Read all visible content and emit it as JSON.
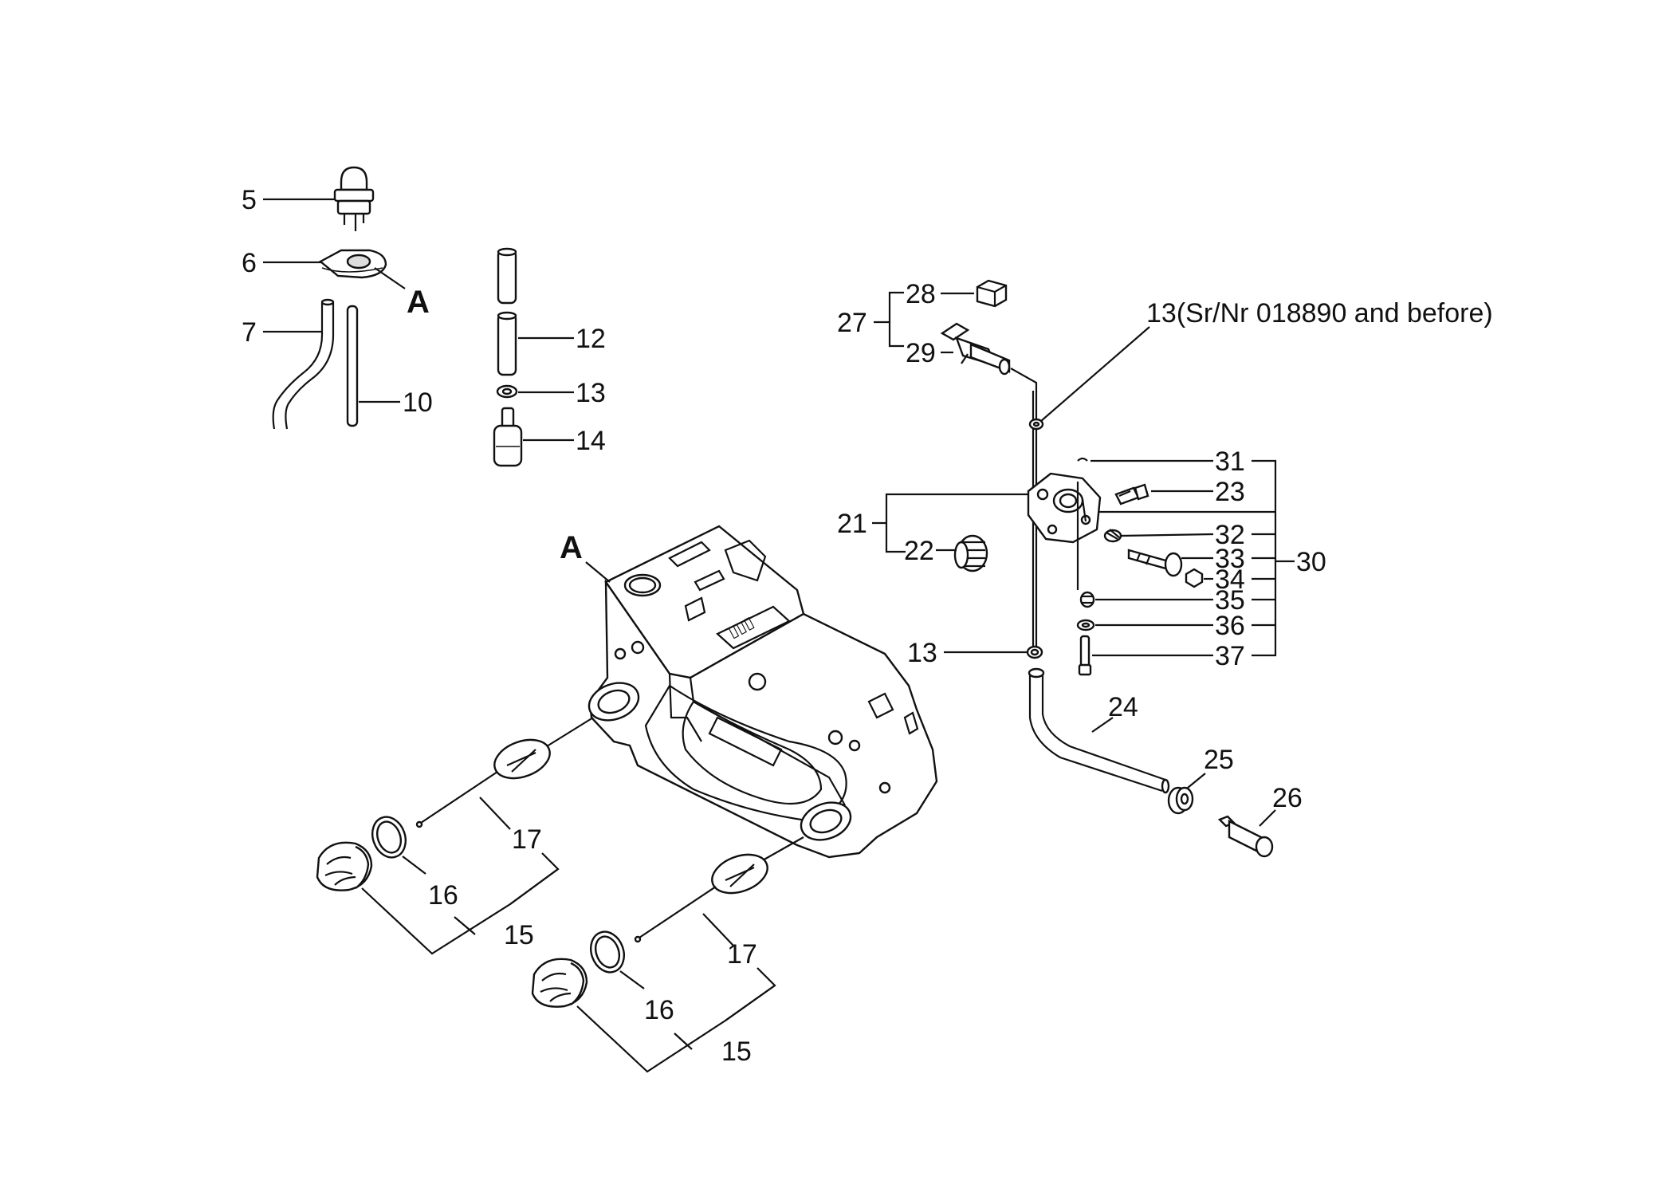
{
  "labels": {
    "n5": "5",
    "n6": "6",
    "n7": "7",
    "n10": "10",
    "A_top": "A",
    "n12": "12",
    "n13a": "13",
    "n14": "14",
    "A_housing": "A",
    "n28": "28",
    "n27": "27",
    "n29": "29",
    "n13_note": "13(Sr/Nr 018890 and before)",
    "n31": "31",
    "n23": "23",
    "n21": "21",
    "n22": "22",
    "n32": "32",
    "n33": "33",
    "n30": "30",
    "n34": "34",
    "n35": "35",
    "n36": "36",
    "n37": "37",
    "n13b": "13",
    "n24": "24",
    "n25": "25",
    "n26": "26",
    "n17a": "17",
    "n16a": "16",
    "n15a": "15",
    "n17b": "17",
    "n16b": "16",
    "n15b": "15"
  }
}
